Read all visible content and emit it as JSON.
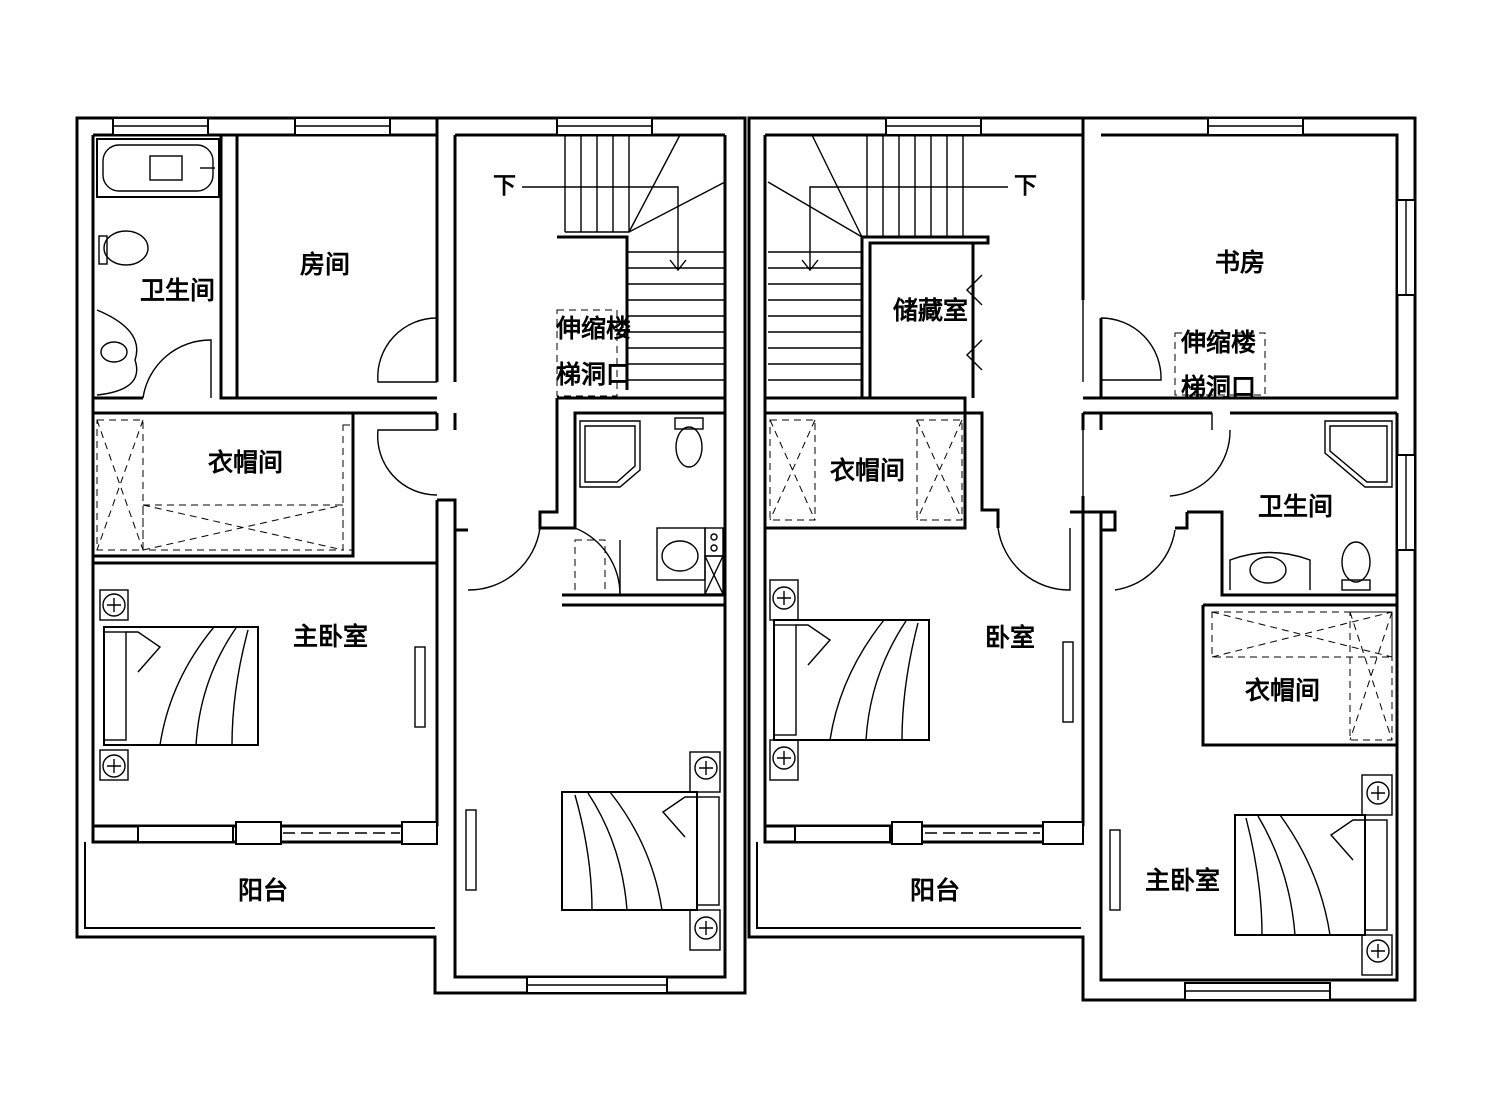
{
  "rooms": {
    "left": {
      "bathroom": "卫生间",
      "room": "房间",
      "closet": "衣帽间",
      "master_bedroom": "主卧室",
      "balcony": "阳台",
      "stair_hole_line1": "伸缩楼",
      "stair_hole_line2": "梯洞口",
      "stair_down": "下"
    },
    "right": {
      "storage": "储藏室",
      "study": "书房",
      "stair_hole_line1": "伸缩楼",
      "stair_hole_line2": "梯洞口",
      "closet_a": "衣帽间",
      "bathroom": "卫生间",
      "bedroom": "卧室",
      "closet_b": "衣帽间",
      "balcony": "阳台",
      "master_bedroom": "主卧室",
      "stair_down": "下"
    }
  }
}
